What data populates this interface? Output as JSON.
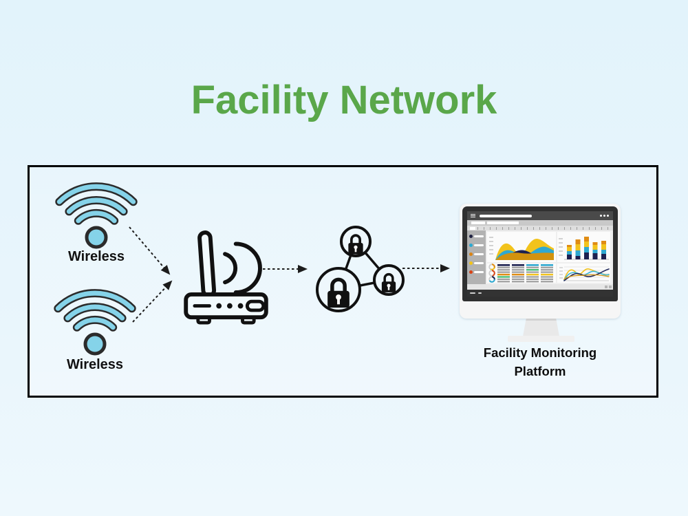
{
  "title": {
    "text": "Facility Network",
    "color": "#5aa74a"
  },
  "diagram": {
    "wireless_top": {
      "label": "Wireless",
      "icon": "wifi-signal-icon"
    },
    "wireless_bottom": {
      "label": "Wireless",
      "icon": "wifi-signal-icon"
    },
    "router": {
      "icon": "wifi-router-icon"
    },
    "secure_network": {
      "icon": "padlock-network-icon",
      "lock_count": 3
    },
    "monitor": {
      "icon": "dashboard-monitor-icon",
      "caption_line1": "Facility Monitoring",
      "caption_line2": "Platform",
      "dashboard_panels": [
        "area-chart",
        "stacked-bar-chart",
        "kpi-table-with-gauges",
        "line-chart"
      ],
      "sidebar_dot_colors": [
        "#1e2142",
        "#2aa9d2",
        "#d98314",
        "#f2c318",
        "#d84315"
      ],
      "chart_palette": [
        "#1d2150",
        "#2fa8d0",
        "#f2c31c",
        "#d2920e",
        "#e08c13",
        "#3dba6f"
      ]
    },
    "arrow_style": "dashed",
    "wifi_fill_color": "#85d3e9",
    "outline_color": "#1c1c1c",
    "frame_border_color": "#000000"
  }
}
